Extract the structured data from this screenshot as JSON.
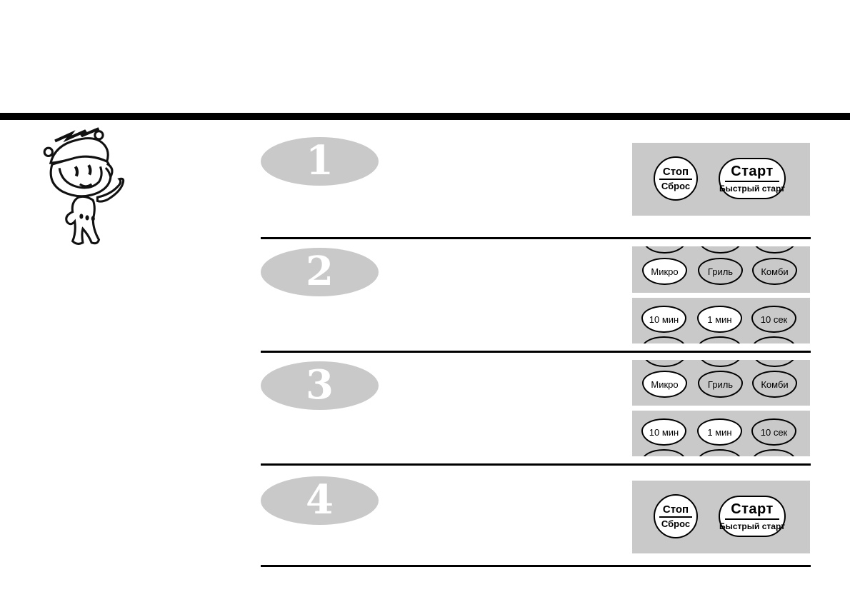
{
  "colors": {
    "panel_background": "#c9c9c9",
    "step_oval": "#c9c9c9",
    "step_numeral": "#ffffff",
    "rule_line": "#000000"
  },
  "steps": [
    {
      "number": "1"
    },
    {
      "number": "2"
    },
    {
      "number": "3"
    },
    {
      "number": "4"
    }
  ],
  "buttons": {
    "stop": {
      "top": "Стоп",
      "bottom": "Сброс"
    },
    "start": {
      "top": "Старт",
      "bottom": "Быстрый старт"
    },
    "mode": [
      {
        "label": "Микро",
        "highlighted": true
      },
      {
        "label": "Гриль",
        "highlighted": false
      },
      {
        "label": "Комби",
        "highlighted": false
      }
    ],
    "time": [
      {
        "label": "10 мин",
        "highlighted": true
      },
      {
        "label": "1 мин",
        "highlighted": true
      },
      {
        "label": "10 сек",
        "highlighted": false
      }
    ]
  },
  "mascot": {
    "icon": "robot-mascot-illustration"
  }
}
